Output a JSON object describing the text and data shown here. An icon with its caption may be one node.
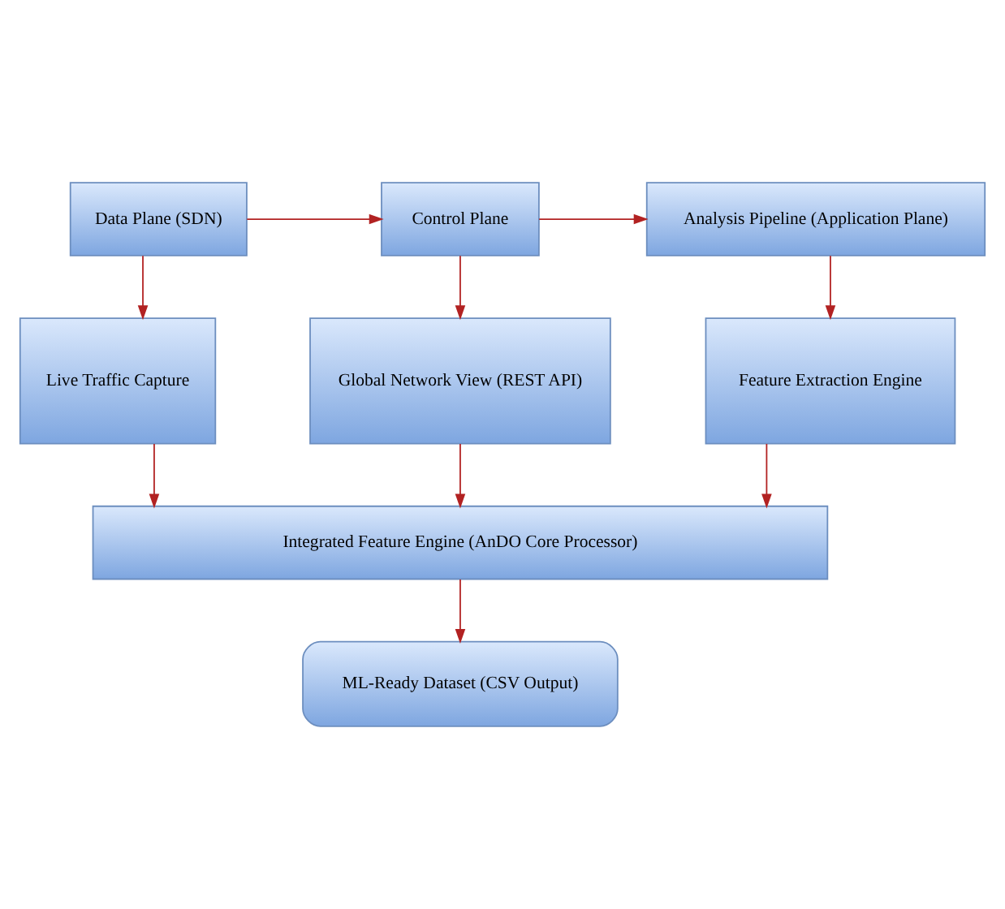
{
  "diagram": {
    "nodes": [
      {
        "text": [
          "Data Plane (SDN)"
        ]
      },
      {
        "text": [
          "Control Plane"
        ]
      },
      {
        "text": [
          "Analysis Pipeline (Application Plane)"
        ]
      },
      {
        "text": [
          "Live Traffic Capture"
        ]
      },
      {
        "text": [
          "Global Network View (REST API)"
        ]
      },
      {
        "text": [
          "Feature Extraction Engine"
        ]
      },
      {
        "text": [
          "Integrated Feature Engine (AnDO Core Processor)"
        ]
      },
      {
        "text": [
          "ML-Ready Dataset (CSV Output)"
        ]
      }
    ],
    "edges": [
      {
        "from": 0,
        "to": 1,
        "arrow": "to"
      },
      {
        "from": 1,
        "to": 2,
        "arrow": "to"
      },
      {
        "from": 0,
        "to": 3,
        "arrow": "to"
      },
      {
        "from": 1,
        "to": 4,
        "arrow": "to"
      },
      {
        "from": 2,
        "to": 5,
        "arrow": "to"
      },
      {
        "from": 3,
        "to": 6,
        "arrow": "to"
      },
      {
        "from": 4,
        "to": 6,
        "arrow": "to"
      },
      {
        "from": 5,
        "to": 6,
        "arrow": "to"
      },
      {
        "from": 6,
        "to": 7,
        "arrow": "to"
      }
    ]
  }
}
